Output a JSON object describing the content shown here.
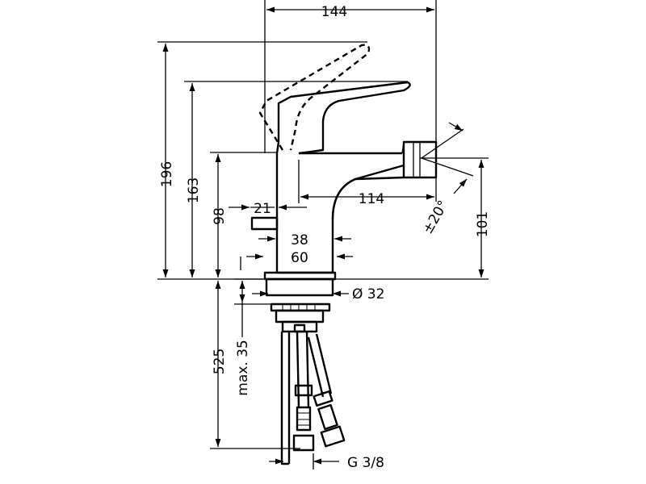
{
  "dimensions": {
    "width_top": "144",
    "height_total": "196",
    "height_lever": "163",
    "height_body": "98",
    "lever_offset": "21",
    "spout_reach": "114",
    "spout_height": "101",
    "spout_angle": "±20°",
    "body_38": "38",
    "body_60": "60",
    "base_diameter": "Ø 32",
    "hose_length": "525",
    "deck_max": "max. 35",
    "thread": "G 3/8"
  }
}
